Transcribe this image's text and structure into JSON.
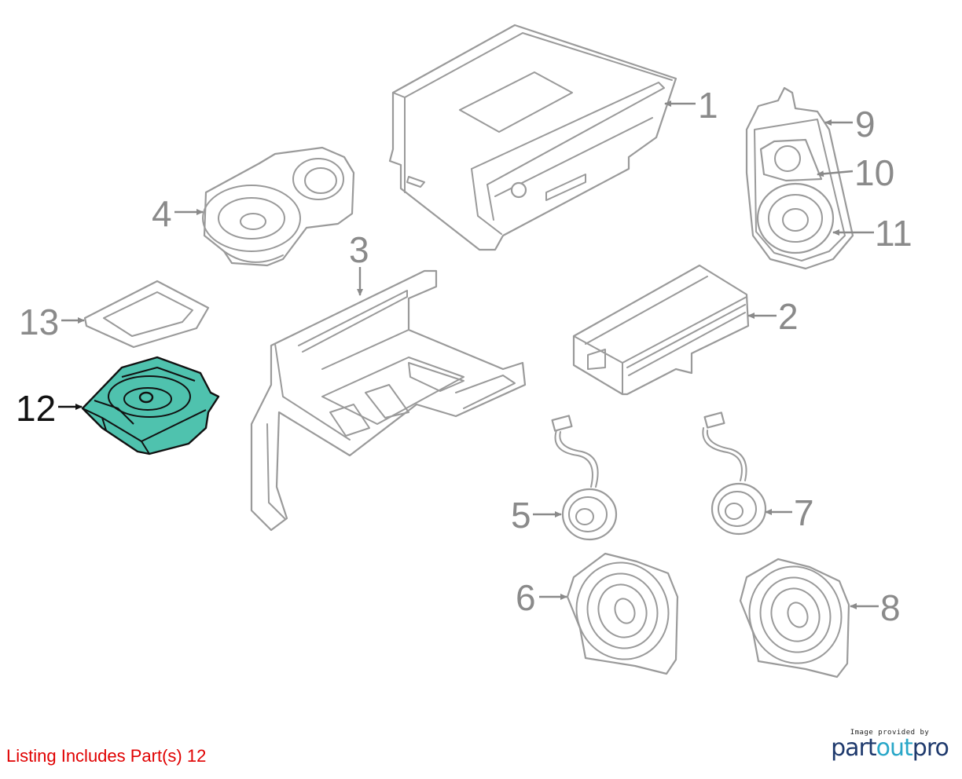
{
  "callouts": [
    {
      "id": "1",
      "label": "1"
    },
    {
      "id": "2",
      "label": "2"
    },
    {
      "id": "3",
      "label": "3"
    },
    {
      "id": "4",
      "label": "4"
    },
    {
      "id": "5",
      "label": "5"
    },
    {
      "id": "6",
      "label": "6"
    },
    {
      "id": "7",
      "label": "7"
    },
    {
      "id": "8",
      "label": "8"
    },
    {
      "id": "9",
      "label": "9"
    },
    {
      "id": "10",
      "label": "10"
    },
    {
      "id": "11",
      "label": "11"
    },
    {
      "id": "12",
      "label": "12"
    },
    {
      "id": "13",
      "label": "13"
    }
  ],
  "highlighted_part": "12",
  "colors": {
    "highlight_fill": "#4fc2ae",
    "outline_gray": "#9a9a9a",
    "note_red": "#e00000",
    "brand_blue": "#1f3a6d",
    "brand_accent": "#29a7c8"
  },
  "listing_note": "Listing Includes Part(s) 12",
  "watermark": {
    "credit": "Image provided by",
    "brand_part1": "part",
    "brand_part2": "out",
    "brand_part3": "pro"
  }
}
